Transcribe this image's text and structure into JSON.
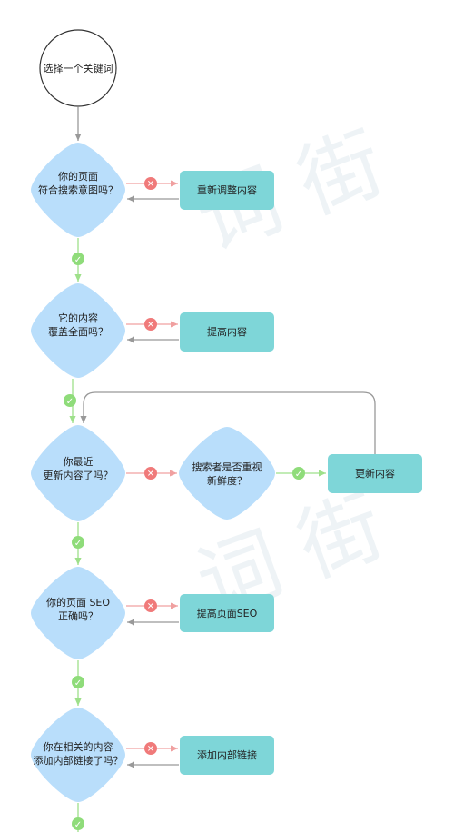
{
  "start": {
    "label": "选择一个关键词"
  },
  "decisions": [
    {
      "line1": "你的页面",
      "line2": "符合搜索意图吗？"
    },
    {
      "line1": "它的内容",
      "line2": "覆盖全面吗？"
    },
    {
      "line1": "你最近",
      "line2": "更新内容了吗？"
    },
    {
      "line1": "搜索者是否重视",
      "line2": "新鲜度？"
    },
    {
      "line1": "你的页面 SEO",
      "line2": "正确吗？"
    },
    {
      "line1": "你在相关的内容",
      "line2": "添加内部链接了吗？"
    }
  ],
  "actions": [
    "重新调整内容",
    "提高内容",
    "更新内容",
    "提高页面SEO",
    "添加内部链接"
  ],
  "watermark": "词 街",
  "colors": {
    "diamond": "#b9defb",
    "action": "#7ed6d8",
    "yes_badge": "#8fdc7a",
    "no_badge": "#f07a7a",
    "no_arrow": "#f0a0a0",
    "yes_arrow": "#9ee08a",
    "line": "#999999"
  }
}
